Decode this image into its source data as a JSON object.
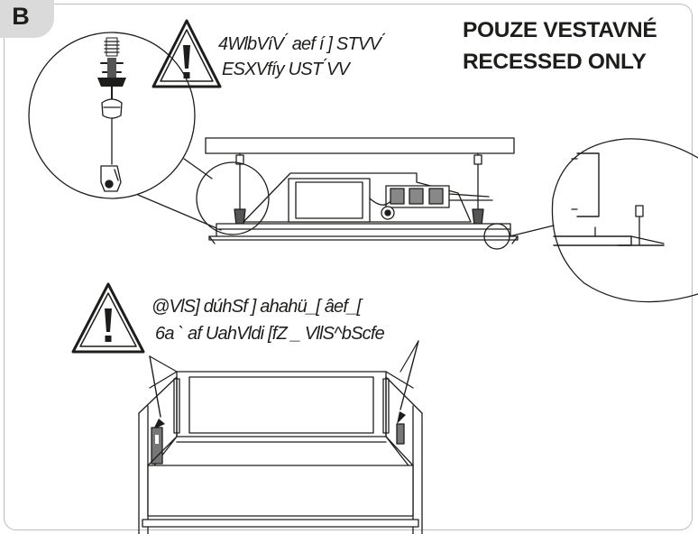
{
  "section_badge": "B",
  "title_lines": [
    "POUZE VESTAVNÉ",
    "RECESSED ONLY"
  ],
  "warning_1": {
    "line1": "4WlbVíV ́ aef í ] STVV ́",
    "line2": "ESXVfíy UST ́VV"
  },
  "warning_2": {
    "line1": "@VlS] dúhSf ] ahahü_[ âef_[",
    "line2": "6a ` af UahVldi [fZ _ VllS^bScfe"
  },
  "icons": [
    "warning-triangle-icon",
    "warning-triangle-icon"
  ]
}
